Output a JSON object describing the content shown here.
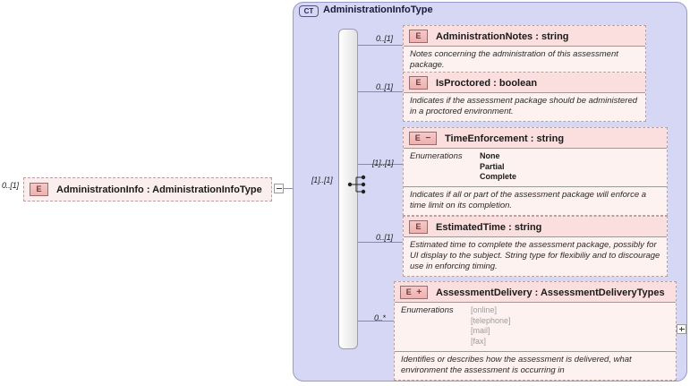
{
  "diagram": {
    "type": "xml-schema-element-diagram",
    "root_element": {
      "icon": "element-icon",
      "icon_letter": "E",
      "cardinality": "0..[1]",
      "title": "AdministrationInfo : AdministrationInfoType",
      "toggle": "collapse-minus"
    },
    "complex_type": {
      "badge": "CT",
      "badge_name": "complextype-badge",
      "title": "AdministrationInfoType",
      "compositor": {
        "kind": "sequence",
        "icon": "sequence-icon",
        "cardinality": "[1]..[1]"
      }
    },
    "children": [
      {
        "id": "administration-notes",
        "icon_letter": "E",
        "icon_symbol": "",
        "cardinality": "0..[1]",
        "title": "AdministrationNotes : string",
        "documentation": "Notes concerning the administration of this assessment package.",
        "enumerations_label": "",
        "enumerations": []
      },
      {
        "id": "is-proctored",
        "icon_letter": "E",
        "icon_symbol": "",
        "cardinality": "0..[1]",
        "title": "IsProctored : boolean",
        "documentation": "Indicates if the assessment package should be administered in a proctored environment.",
        "enumerations_label": "",
        "enumerations": []
      },
      {
        "id": "time-enforcement",
        "icon_letter": "E",
        "icon_symbol": "−",
        "cardinality": "[1]..[1]",
        "title": "TimeEnforcement : string",
        "documentation": "Indicates if all or part of the assessment package will enforce a time limit on its completion.",
        "enumerations_label": "Enumerations",
        "enumerations": [
          "None",
          "Partial",
          "Complete"
        ],
        "enum_style": "bold"
      },
      {
        "id": "estimated-time",
        "icon_letter": "E",
        "icon_symbol": "",
        "cardinality": "0..[1]",
        "title": "EstimatedTime : string",
        "documentation": "Estimated time to complete the assessment package, possibly for UI display to the subject.  String type for flexibiliy and to discourage use in enforcing timing.",
        "enumerations_label": "",
        "enumerations": []
      },
      {
        "id": "assessment-delivery",
        "icon_letter": "E",
        "icon_symbol": "+",
        "cardinality": "0..*",
        "title": "AssessmentDelivery : AssessmentDeliveryTypes",
        "documentation": "Identifies or describes how the assessment is delivered, what environment the assessment is occurring in",
        "enumerations_label": "Enumerations",
        "enumerations": [
          "[online]",
          "[telephone]",
          "[mail]",
          "[fax]"
        ],
        "enum_style": "grey",
        "toggle": "expand-plus"
      }
    ],
    "colors": {
      "complextype_fill": "#d6d6f5",
      "complextype_border": "#9a9ac8",
      "element_header_fill": "#fbdede",
      "element_body_fill": "#fdf2f0",
      "element_border": "#b9a0a0",
      "icon_fill": "#f0bcbc",
      "connector": "#8a8aa8"
    }
  }
}
